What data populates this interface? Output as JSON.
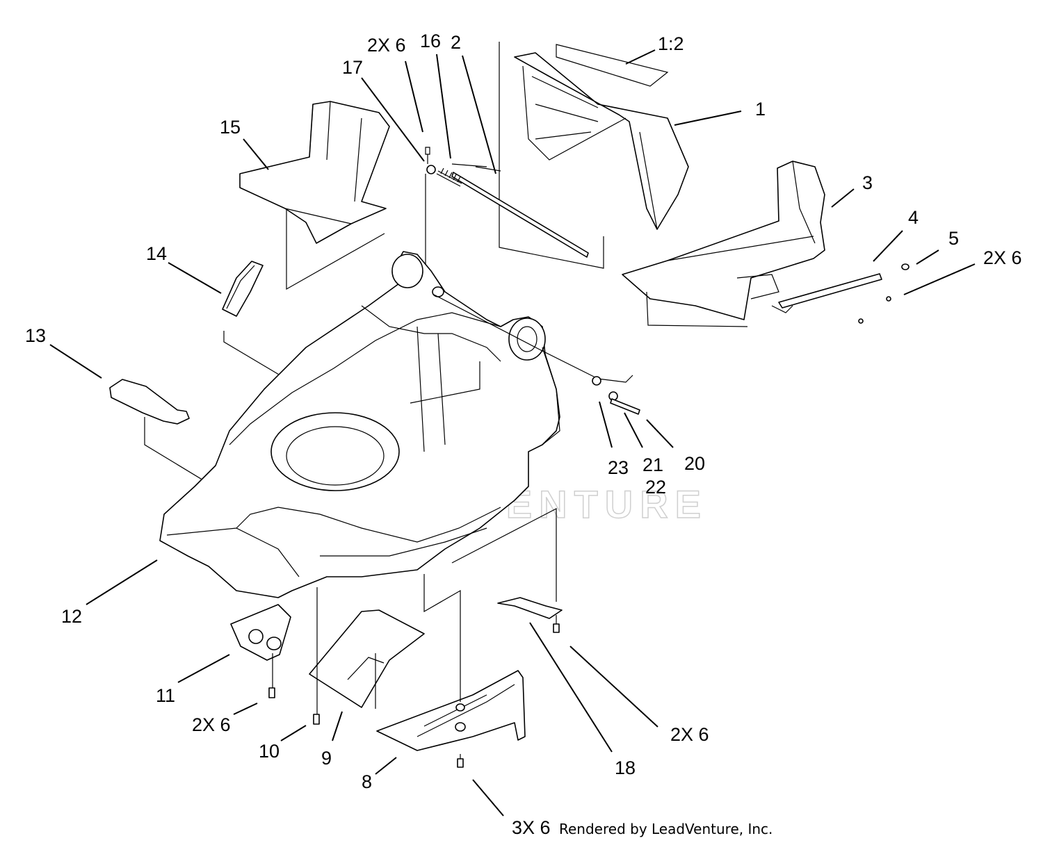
{
  "callouts": {
    "c1_2": "1:2",
    "c1": "1",
    "c2": "2",
    "c3": "3",
    "c4": "4",
    "c5": "5",
    "c8": "8",
    "c9": "9",
    "c10": "10",
    "c11": "11",
    "c12": "12",
    "c13": "13",
    "c14": "14",
    "c15": "15",
    "c16": "16",
    "c17": "17",
    "c18": "18",
    "c20": "20",
    "c21": "21",
    "c22": "22",
    "c23": "23",
    "qty_top": "2X 6",
    "qty_right": "2X 6",
    "qty_left_bottom": "2X 6",
    "qty_right_bottom": "2X 6",
    "qty_bottom": "3X 6"
  },
  "credit": "Rendered by LeadVenture, Inc.",
  "watermark": "LEADVENTURE"
}
